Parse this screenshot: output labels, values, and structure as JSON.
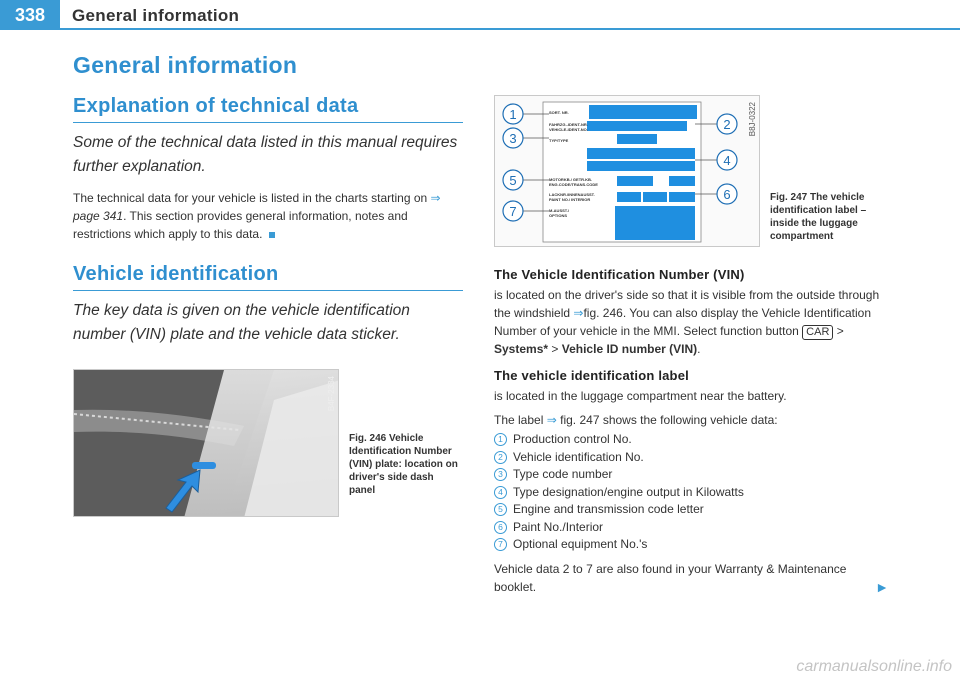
{
  "page": {
    "number": "338",
    "running_header": "General information",
    "watermark": "carmanualsonline.info"
  },
  "section": {
    "title": "General information",
    "sub1": {
      "title": "Explanation of technical data",
      "intro": "Some of the technical data listed in this manual requires further explanation.",
      "body_before_link": "The technical data for your vehicle is listed in the charts starting on",
      "link_arrow": "⇒",
      "link_text": "page 341",
      "body_after_link": ". This section provides general information, notes and restrictions which apply to this data."
    },
    "sub2": {
      "title": "Vehicle identification",
      "intro": "The key data is given on the vehicle identification number (VIN) plate and the vehicle data sticker."
    }
  },
  "fig246": {
    "code": "B4F-2334",
    "caption": "Fig. 246 Vehicle Identification Number (VIN) plate: location on driver's side dash panel"
  },
  "fig247": {
    "code": "B8J-0322",
    "caption": "Fig. 247 The vehicle identification label – inside the luggage compartment",
    "label_lines": {
      "sort": "SORT. NR.",
      "ident1": "FAHRZG.-IDENT-NR.",
      "ident2": "VEHICLE-IDENT-NO.",
      "typ": "TYP/TYPE",
      "motor1": "MOTORKB./ GETR.KB.",
      "motor2": "ENG.CODE/TRANS.CODE",
      "paint1": "LACKNR./INNENAUSST.",
      "paint2": "PAINT NO./ INTERIOR",
      "opt1": "M-AUSST./",
      "opt2": "OPTIONS"
    },
    "callouts": [
      "1",
      "2",
      "3",
      "4",
      "5",
      "6",
      "7"
    ]
  },
  "vin": {
    "heading": "The Vehicle Identification Number (VIN)",
    "body1": "is located on the driver's side so that it is visible from the outside through the windshield",
    "arrow": "⇒",
    "body2": "fig. 246. You can also display the Vehicle Identification Number of your vehicle in the MMI. Select function button",
    "button": "CAR",
    "gt1": ">",
    "menu1": "Systems*",
    "gt2": ">",
    "menu2": "Vehicle ID number (VIN)",
    "end": "."
  },
  "label": {
    "heading": "The vehicle identification label",
    "body": "is located in the luggage compartment near the battery.",
    "intro_before": "The label",
    "arrow": "⇒",
    "intro_after": "fig. 247 shows the following vehicle data:",
    "items": [
      {
        "num": "1",
        "text": "Production control No."
      },
      {
        "num": "2",
        "text": "Vehicle identification No."
      },
      {
        "num": "3",
        "text": "Type code number"
      },
      {
        "num": "4",
        "text": "Type designation/engine output in Kilowatts"
      },
      {
        "num": "5",
        "text": "Engine and transmission code letter"
      },
      {
        "num": "6",
        "text": "Paint No./Interior"
      },
      {
        "num": "7",
        "text": "Optional equipment No.'s"
      }
    ],
    "footer": "Vehicle data 2 to 7 are also found in your Warranty & Maintenance booklet."
  },
  "colors": {
    "accent": "#3a9bd5",
    "label_blue": "#1f8fe0"
  },
  "icons": {
    "end_mark": "square-end-icon",
    "continue": "triangle-right-icon"
  }
}
